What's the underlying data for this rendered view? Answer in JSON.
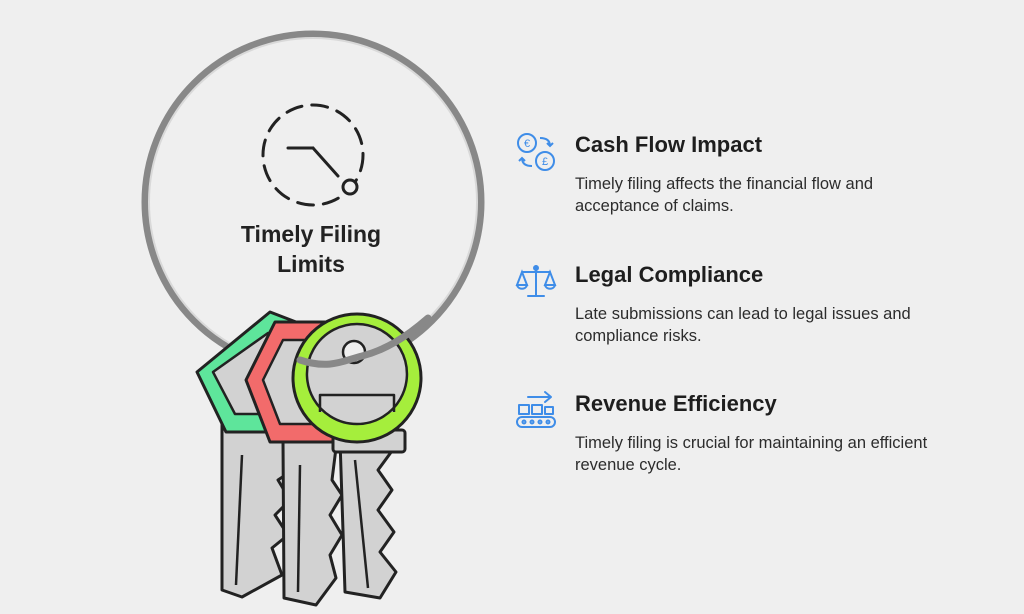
{
  "ring": {
    "title_line1": "Timely Filing",
    "title_line2": "Limits"
  },
  "items": [
    {
      "icon": "currency-exchange-icon",
      "title": "Cash Flow Impact",
      "description": "Timely filing affects the financial flow and acceptance of claims."
    },
    {
      "icon": "scales-icon",
      "title": "Legal Compliance",
      "description": "Late submissions can lead to legal issues and compliance risks."
    },
    {
      "icon": "conveyor-belt-icon",
      "title": "Revenue Efficiency",
      "description": "Timely filing is crucial for maintaining an efficient revenue cycle."
    }
  ],
  "colors": {
    "key_green": "#5ee59b",
    "key_red": "#f26b6b",
    "key_lime": "#a5ee3c",
    "icon_blue": "#3f8de8",
    "ring": "#888888",
    "key_body": "#d2d2d2"
  }
}
